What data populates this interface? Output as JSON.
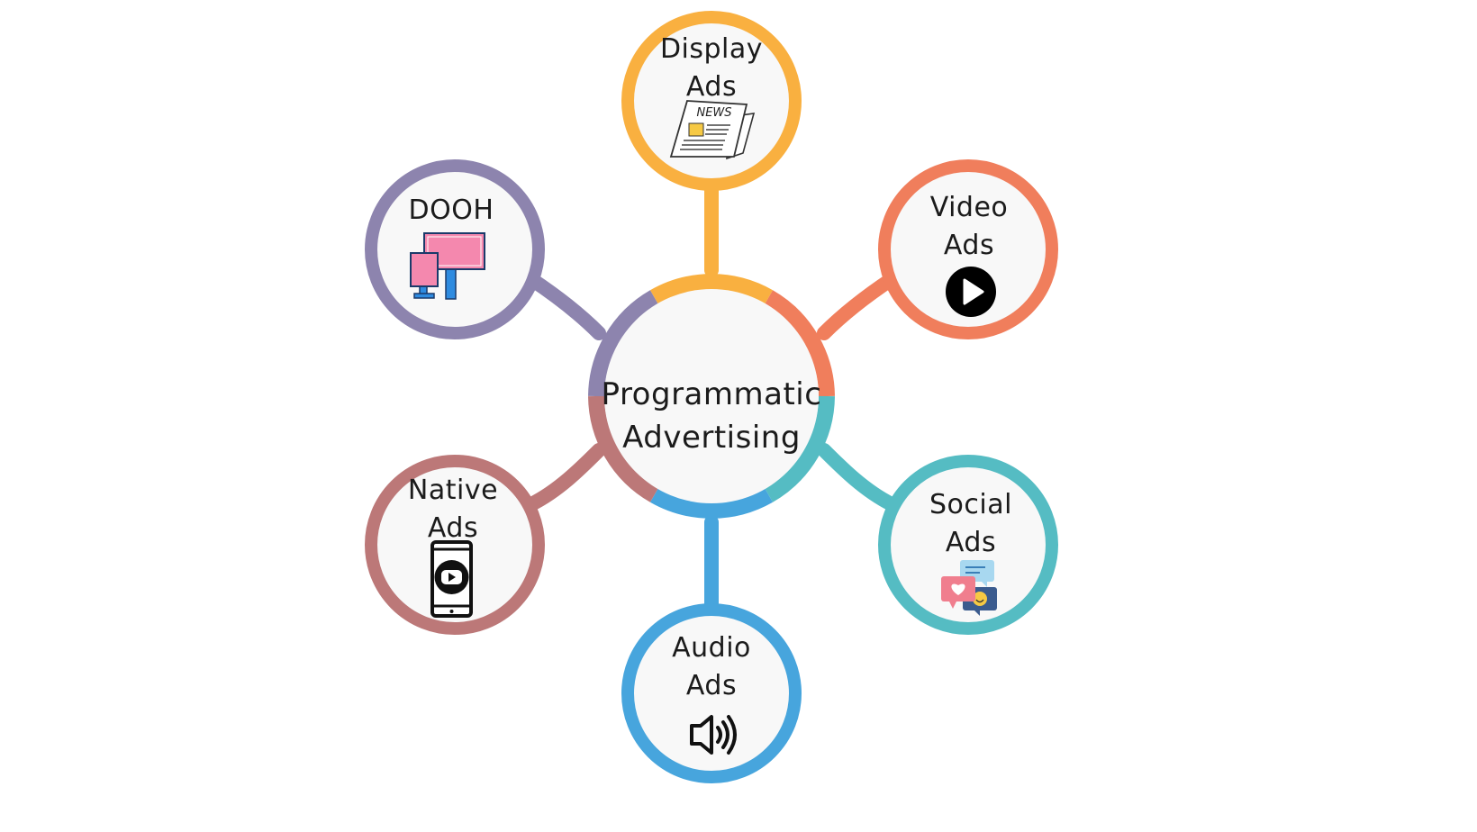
{
  "center": {
    "line1": "Programmatic",
    "line2": "Advertising"
  },
  "nodes": {
    "display": {
      "line1": "Display",
      "line2": "Ads",
      "color": "#F9B040",
      "icon": "newspaper-icon",
      "icon_text": "NEWS"
    },
    "video": {
      "line1": "Video",
      "line2": "Ads",
      "color": "#F07E5C",
      "icon": "play-button-icon"
    },
    "social": {
      "line1": "Social",
      "line2": "Ads",
      "color": "#55BCC3",
      "icon": "chat-bubbles-icon"
    },
    "audio": {
      "line1": "Audio",
      "line2": "Ads",
      "color": "#47A5DD",
      "icon": "speaker-icon"
    },
    "native": {
      "line1": "Native",
      "line2": "Ads",
      "color": "#BC7878",
      "icon": "smartphone-video-icon"
    },
    "dooh": {
      "line1": "DOOH",
      "line2": "",
      "color": "#8D84AE",
      "icon": "billboard-screens-icon"
    }
  }
}
